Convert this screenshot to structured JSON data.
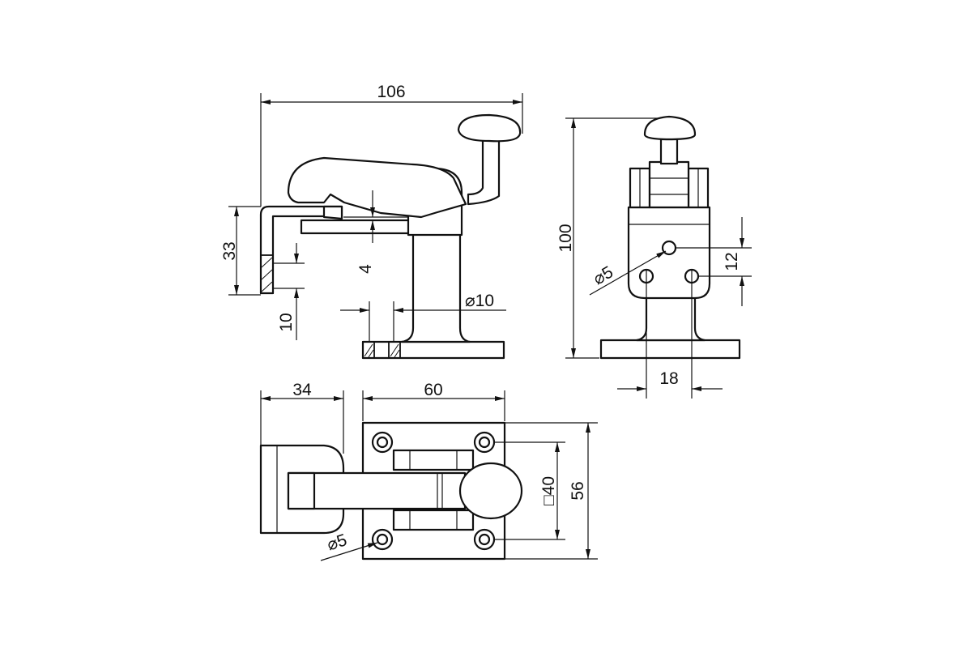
{
  "drawing": {
    "background": "#ffffff",
    "line_color": "#111111",
    "side_view": {
      "overall_width": "106",
      "height_bracket": "33",
      "gap": "4",
      "thickness": "10",
      "pin_diameter": "⌀10"
    },
    "front_view": {
      "overall_height": "100",
      "hole_diameter": "⌀5",
      "hole_offset": "12",
      "hole_spacing": "18"
    },
    "top_view": {
      "overhang": "34",
      "base_width": "60",
      "hole_square": "□40",
      "base_height": "56",
      "hole_diameter": "⌀5"
    }
  }
}
